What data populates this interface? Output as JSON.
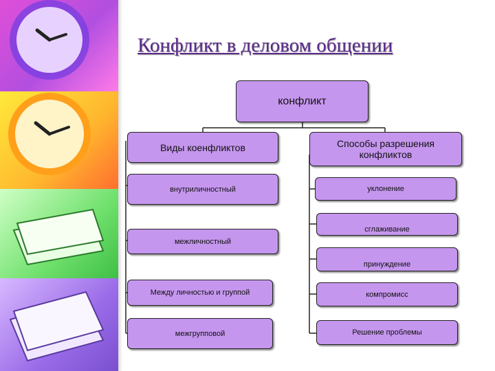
{
  "title": "Конфликт в деловом общении",
  "root": "конфликт",
  "left": {
    "header": "Виды коенфликтов",
    "items": [
      "внутриличностный",
      "межличностный",
      "Между личностью и группой",
      "межгрупповой"
    ]
  },
  "right": {
    "header": "Способы разрешения конфликтов",
    "items": [
      "уклонение",
      "сглаживание",
      "принуждение",
      "компромисс",
      "Решение проблемы"
    ]
  },
  "colors": {
    "box": "#c596ee",
    "title": "#5a2a8a"
  }
}
